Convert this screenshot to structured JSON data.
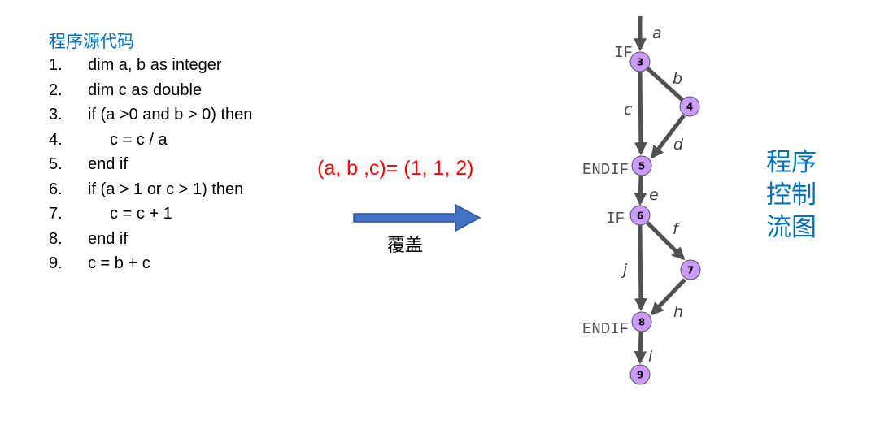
{
  "code": {
    "title": "程序源代码",
    "lines": [
      {
        "num": "1.",
        "text": "dim a, b as integer",
        "indent": false
      },
      {
        "num": "2.",
        "text": "dim c as double",
        "indent": false
      },
      {
        "num": "3.",
        "text": "if (a >0 and b > 0) then",
        "indent": false
      },
      {
        "num": "4.",
        "text": "c = c / a",
        "indent": true
      },
      {
        "num": "5.",
        "text": "end if",
        "indent": false
      },
      {
        "num": "6.",
        "text": "if (a > 1 or c > 1) then",
        "indent": false
      },
      {
        "num": "7.",
        "text": "c = c + 1",
        "indent": true
      },
      {
        "num": "8.",
        "text": "end if",
        "indent": false
      },
      {
        "num": "9.",
        "text": "c = b + c",
        "indent": false
      }
    ]
  },
  "middle": {
    "input": "(a, b ,c)= (1, 1, 2)",
    "arrow_label": "覆盖",
    "arrow_color": "#4472c4"
  },
  "graph": {
    "title_lines": [
      "程序",
      "控制",
      "流图"
    ],
    "node_color": "#cc99ff",
    "nodes": [
      "3",
      "4",
      "5",
      "6",
      "7",
      "8",
      "9"
    ],
    "edges": [
      "a",
      "b",
      "c",
      "d",
      "e",
      "f",
      "j",
      "h",
      "i"
    ],
    "labels": {
      "if1": "IF",
      "endif1": "ENDIF",
      "if2": "IF",
      "endif2": "ENDIF"
    }
  }
}
